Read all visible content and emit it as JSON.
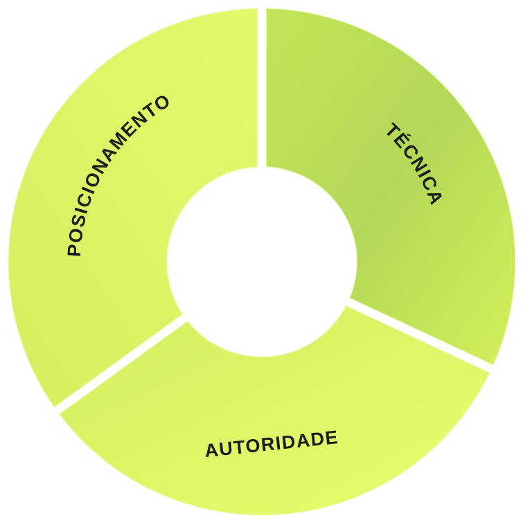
{
  "diagram": {
    "type": "donut",
    "segments": [
      {
        "label": "TÉCNICA",
        "color_start": "#b2d656",
        "color_end": "#cdec5a"
      },
      {
        "label": "AUTORIDADE",
        "color_start": "#d4f060",
        "color_end": "#e6fb6c"
      },
      {
        "label": "POSICIONAMENTO",
        "color_start": "#e4fa6a",
        "color_end": "#d5ef62"
      }
    ]
  }
}
